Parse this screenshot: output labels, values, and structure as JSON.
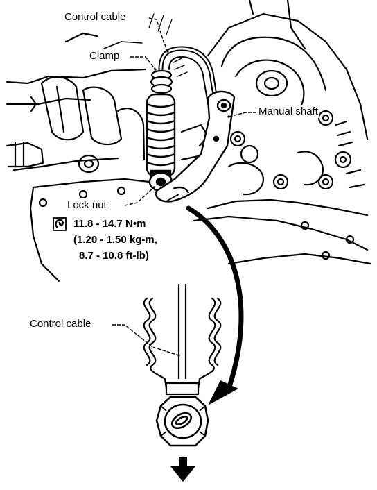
{
  "labels": {
    "control_cable_top": "Control cable",
    "clamp": "Clamp",
    "manual_shaft": "Manual shaft",
    "lock_nut": "Lock nut",
    "control_cable_bottom": "Control cable"
  },
  "torque": {
    "line1": "11.8 - 14.7 N•m",
    "line2": "(1.20 - 1.50 kg-m,",
    "line3": "8.7 - 10.8 ft-lb)"
  },
  "icons": {
    "torque_wrench": "torque-wrench-icon",
    "rotation_arrow": "curved-arrow-icon",
    "push_arrow": "down-arrow-icon"
  },
  "colors": {
    "ink": "#000000",
    "paper": "#ffffff"
  }
}
